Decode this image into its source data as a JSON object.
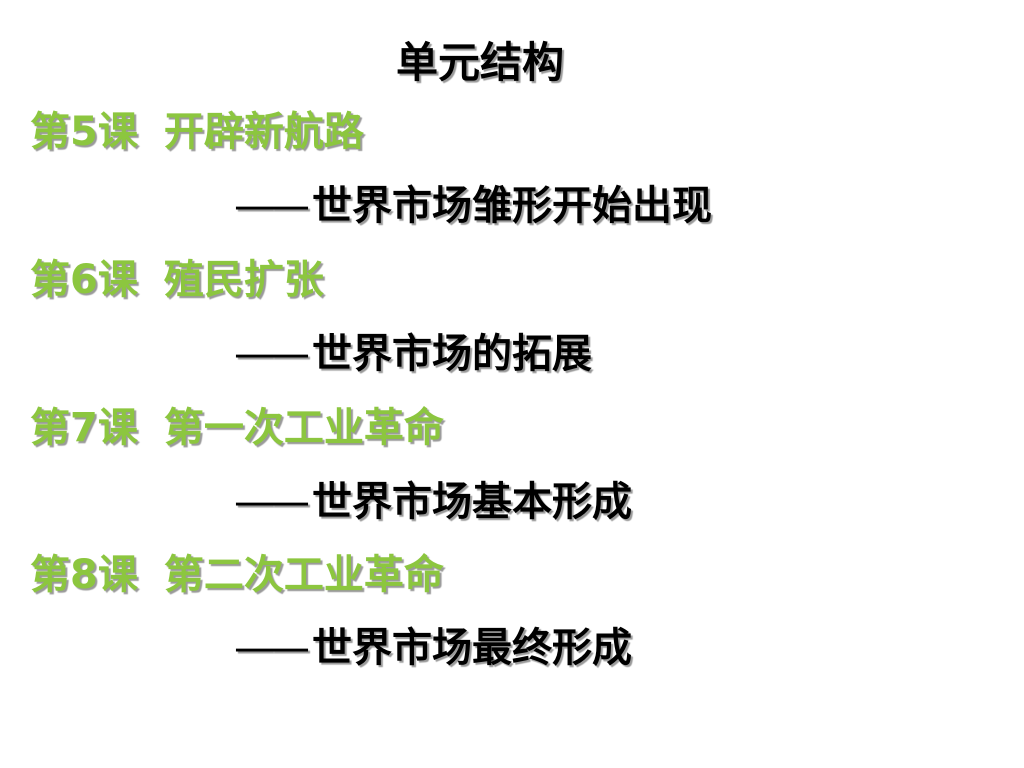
{
  "slide": {
    "title": "单元结构",
    "accent_color": "#8cc63f",
    "text_color": "#000000",
    "dash": "——",
    "lessons": [
      {
        "number": "第5课",
        "topic": "开辟新航路",
        "subtitle": "世界市场雏形开始出现"
      },
      {
        "number": "第6课",
        "topic": "殖民扩张",
        "subtitle": "世界市场的拓展"
      },
      {
        "number": "第7课",
        "topic": "第一次工业革命",
        "subtitle": "世界市场基本形成"
      },
      {
        "number": "第8课",
        "topic": "第二次工业革命",
        "subtitle": "世界市场最终形成"
      }
    ]
  }
}
